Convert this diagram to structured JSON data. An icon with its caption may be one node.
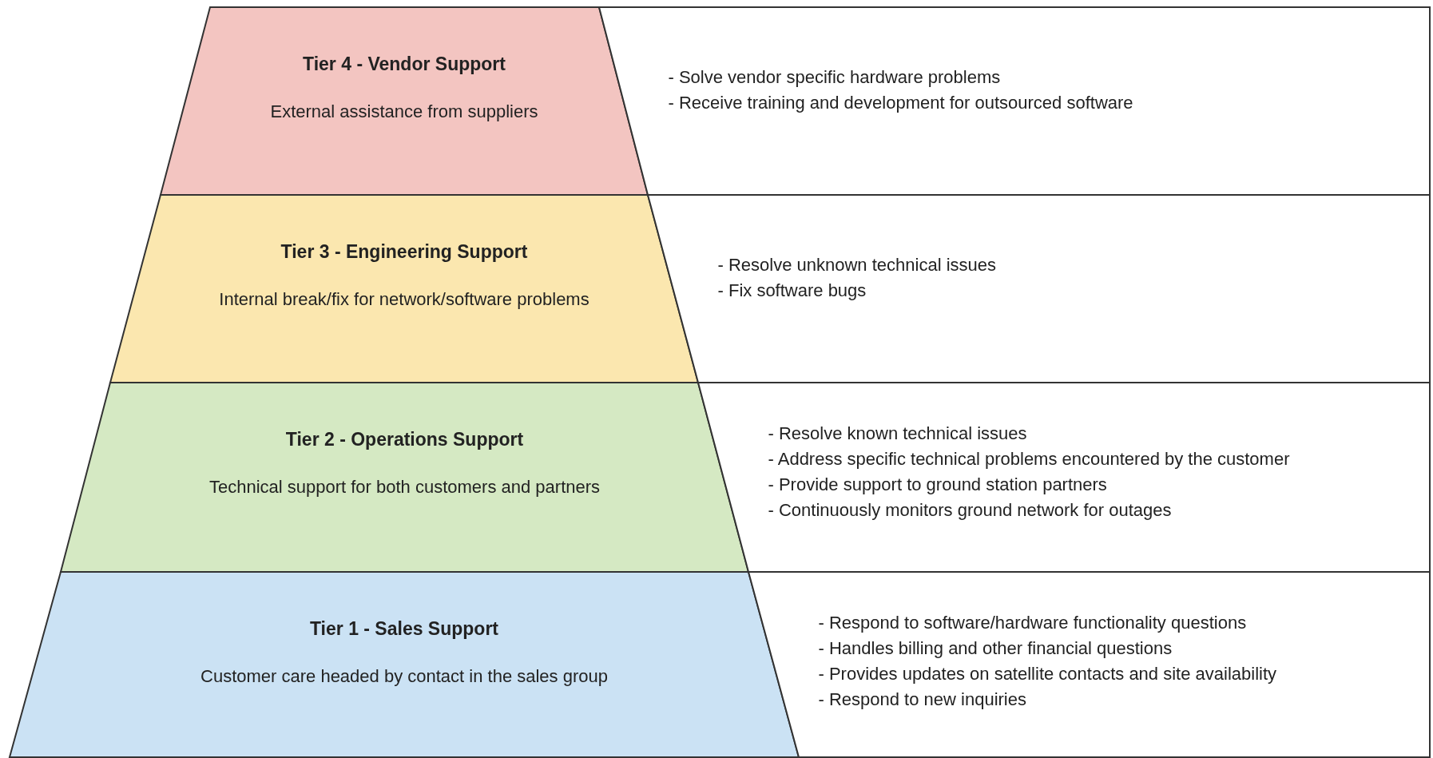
{
  "diagram": {
    "nodes": [
      {
        "text": [
          "Tier 4 - Vendor Support",
          "External assistance from suppliers"
        ]
      },
      {
        "text": [
          "- Solve vendor specific hardware problems",
          "- Receive training and development for outsourced software"
        ]
      },
      {
        "text": [
          "Tier 3 - Engineering Support",
          "Internal break/fix for network/software problems"
        ]
      },
      {
        "text": [
          "- Resolve unknown technical issues",
          "- Fix software bugs"
        ]
      },
      {
        "text": [
          "Tier 2 - Operations Support",
          "Technical support for both customers and partners"
        ]
      },
      {
        "text": [
          "- Resolve known technical issues",
          "- Address specific technical problems encountered by the customer",
          "- Provide support to ground station partners",
          "- Continuously monitors ground network for outages"
        ]
      },
      {
        "text": [
          "Tier 1 - Sales Support",
          "Customer care headed by contact in the sales group"
        ]
      },
      {
        "text": [
          "- Respond to software/hardware functionality questions",
          "- Handles billing and other financial questions",
          "- Provides updates on satellite contacts and site availability",
          "- Respond to new inquiries"
        ]
      }
    ]
  }
}
